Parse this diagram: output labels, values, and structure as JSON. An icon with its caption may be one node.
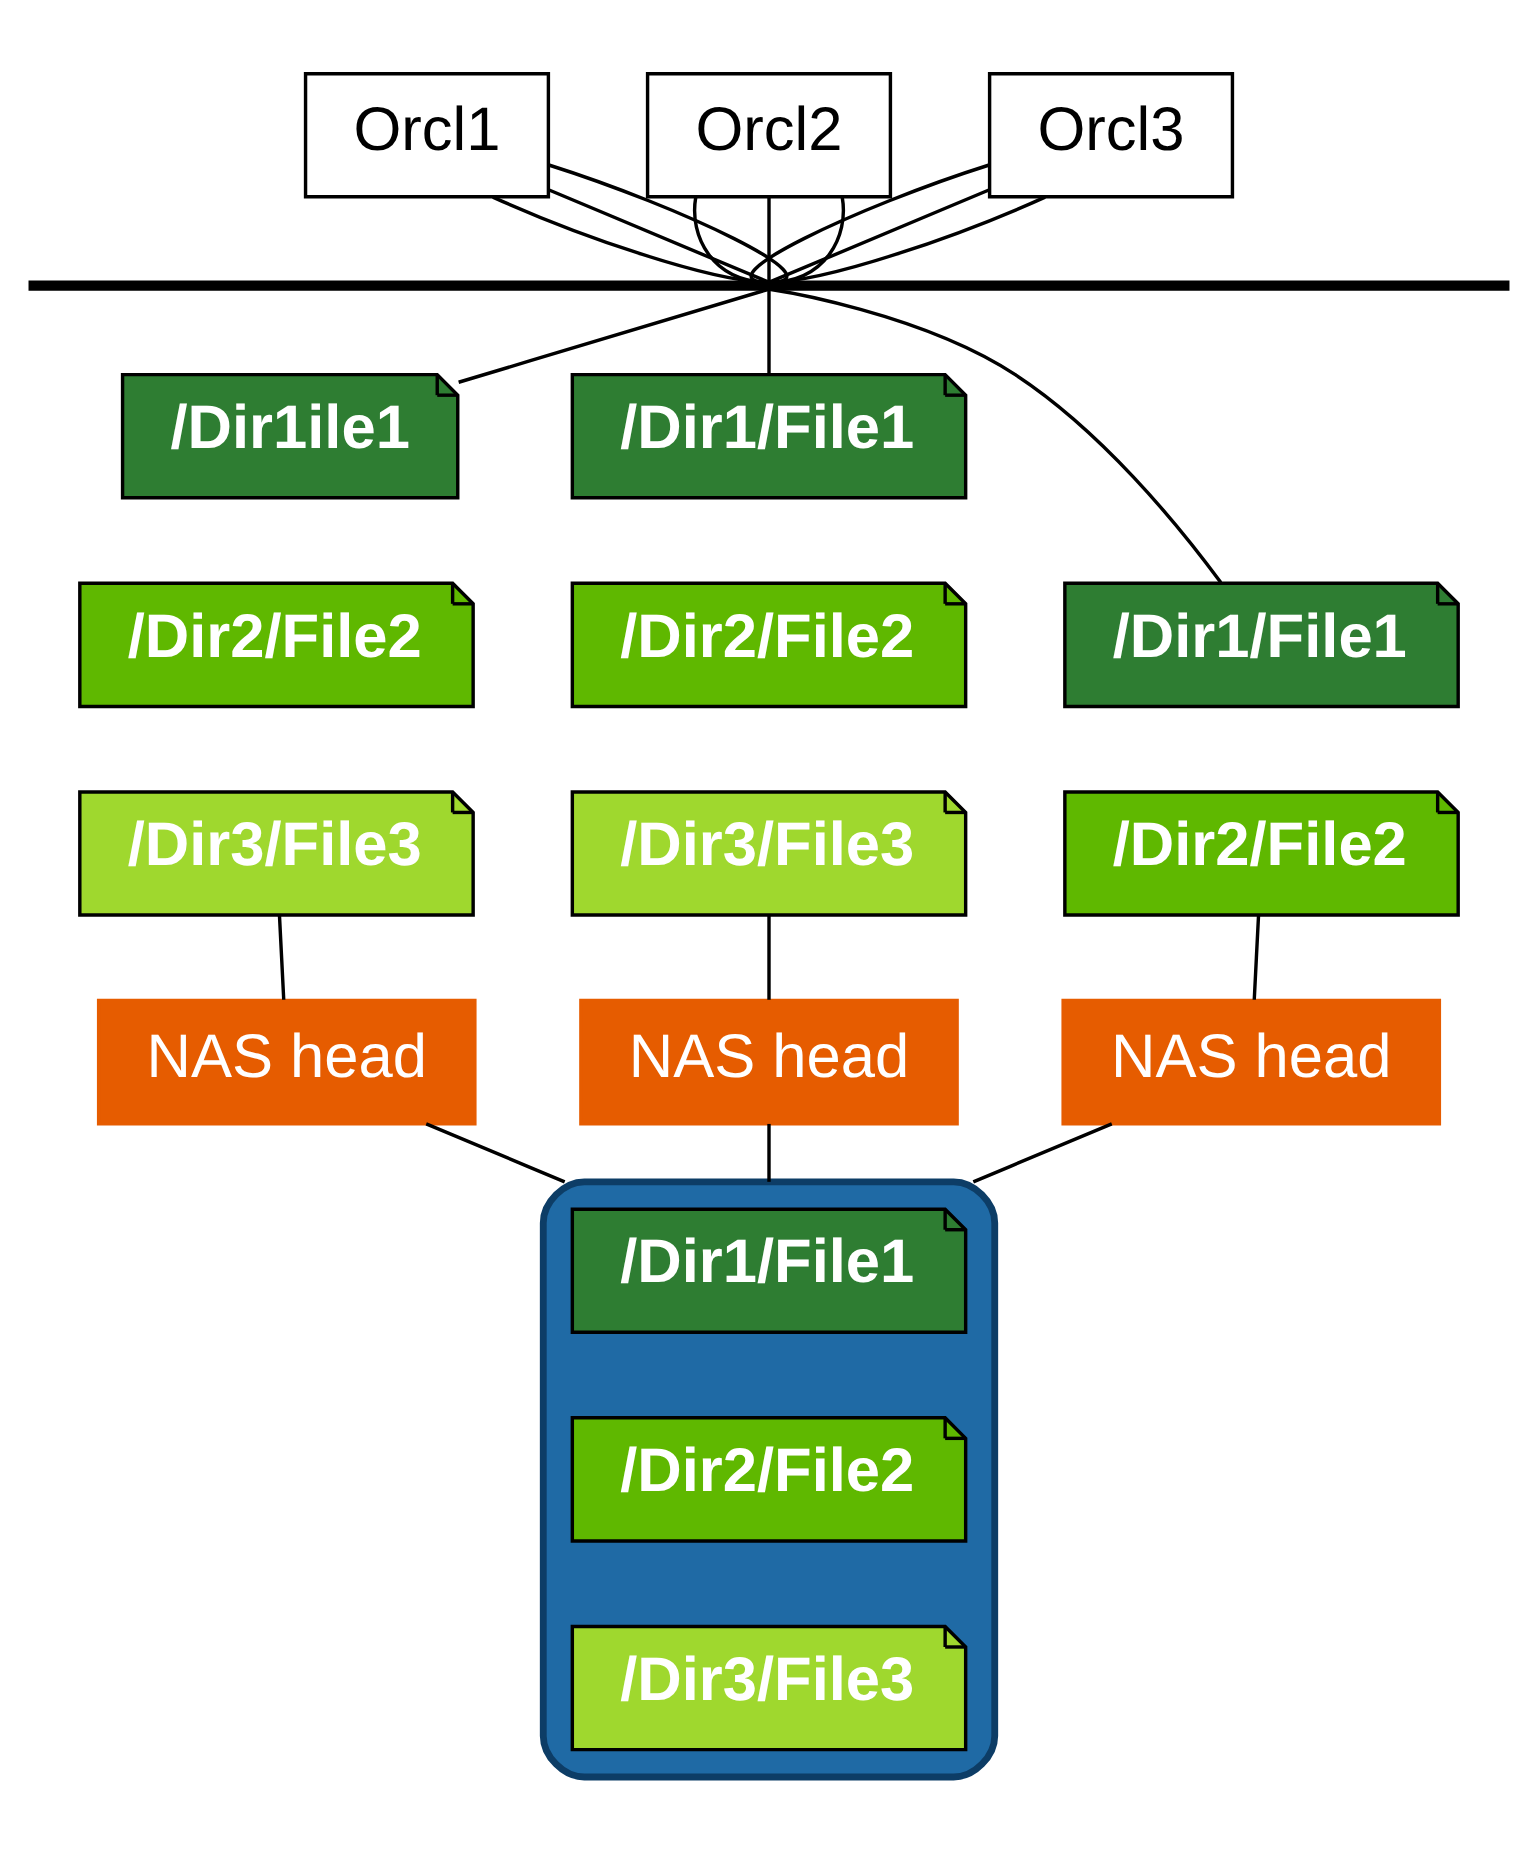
{
  "diagram": {
    "nodes": [
      {
        "text": [
          "Orcl1"
        ]
      },
      {
        "text": [
          "Orcl2"
        ]
      },
      {
        "text": [
          "Orcl3"
        ]
      },
      {
        "text": [],
        "shape": "bar"
      },
      {
        "text": [
          "/Dir1ile1"
        ]
      },
      {
        "text": [
          "/Dir2/File2"
        ]
      },
      {
        "text": [
          "/Dir3/File3"
        ]
      },
      {
        "text": [
          "/Dir1/File1"
        ]
      },
      {
        "text": [
          "/Dir2/File2"
        ]
      },
      {
        "text": [
          "/Dir3/File3"
        ]
      },
      {
        "text": [
          "/Dir1/File1"
        ]
      },
      {
        "text": [
          "/Dir2/File2"
        ]
      },
      {
        "text": [
          "NAS head"
        ]
      },
      {
        "text": [
          "NAS head"
        ]
      },
      {
        "text": [
          "NAS head"
        ]
      },
      {
        "text": [],
        "shape": "cylinder"
      },
      {
        "text": [
          "/Dir1/File1"
        ],
        "in": 15
      },
      {
        "text": [
          "/Dir2/File2"
        ],
        "in": 15
      },
      {
        "text": [
          "/Dir3/File3"
        ],
        "in": 15
      }
    ],
    "edges": [
      {
        "from": 0,
        "to": 3,
        "arrow": "none"
      },
      {
        "from": 0,
        "to": 3,
        "arrow": "none"
      },
      {
        "from": 0,
        "to": 3,
        "arrow": "none"
      },
      {
        "from": 1,
        "to": 3,
        "arrow": "none"
      },
      {
        "from": 1,
        "to": 3,
        "arrow": "none"
      },
      {
        "from": 1,
        "to": 3,
        "arrow": "none"
      },
      {
        "from": 2,
        "to": 3,
        "arrow": "none"
      },
      {
        "from": 2,
        "to": 3,
        "arrow": "none"
      },
      {
        "from": 2,
        "to": 3,
        "arrow": "none"
      },
      {
        "from": 3,
        "to": 4,
        "arrow": "none"
      },
      {
        "from": 3,
        "to": 7,
        "arrow": "none"
      },
      {
        "from": 3,
        "to": 10,
        "arrow": "none"
      },
      {
        "from": 6,
        "to": 12,
        "arrow": "none"
      },
      {
        "from": 9,
        "to": 13,
        "arrow": "none"
      },
      {
        "from": 11,
        "to": 14,
        "arrow": "none"
      },
      {
        "from": 12,
        "to": 15,
        "arrow": "none"
      },
      {
        "from": 13,
        "to": 15,
        "arrow": "none"
      },
      {
        "from": 14,
        "to": 15,
        "arrow": "none"
      }
    ]
  }
}
